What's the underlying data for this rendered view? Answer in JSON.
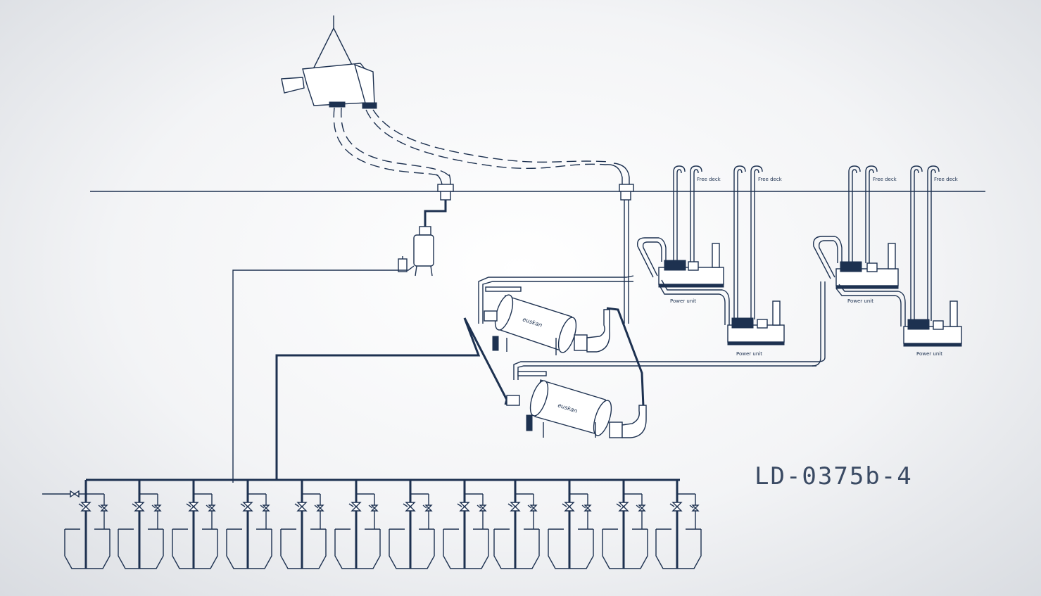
{
  "drawing_code": "LD-0375b-4",
  "free_deck_label": "Free deck",
  "power_unit_label": "Power unit",
  "separator_brand": "euskan",
  "colors": {
    "line": "#1d3150",
    "background": "#f3f4f6"
  }
}
